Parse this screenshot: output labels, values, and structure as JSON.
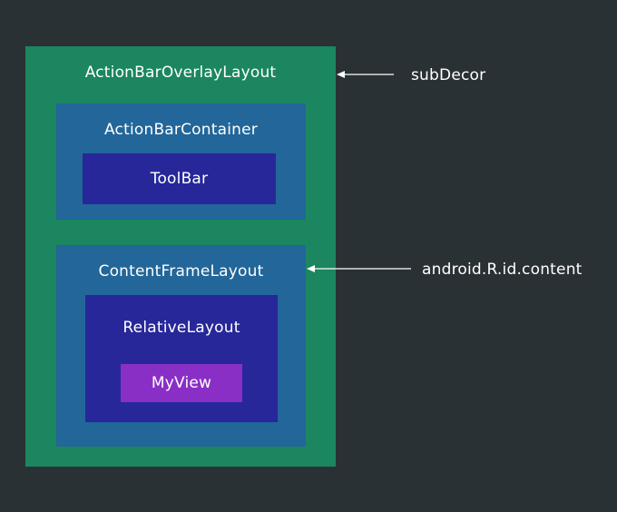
{
  "colors": {
    "background": "#2a3134",
    "outer_container": "#1b8660",
    "middle_container": "#22669a",
    "inner_container": "#27279a",
    "view": "#8a2fc6",
    "text": "#ffffff"
  },
  "diagram": {
    "outer": {
      "label": "ActionBarOverlayLayout"
    },
    "action_bar_container": {
      "label": "ActionBarContainer"
    },
    "toolbar": {
      "label": "ToolBar"
    },
    "content_frame_layout": {
      "label": "ContentFrameLayout"
    },
    "relative_layout": {
      "label": "RelativeLayout"
    },
    "my_view": {
      "label": "MyView"
    }
  },
  "annotations": {
    "sub_decor": "subDecor",
    "content_id": "android.R.id.content"
  }
}
